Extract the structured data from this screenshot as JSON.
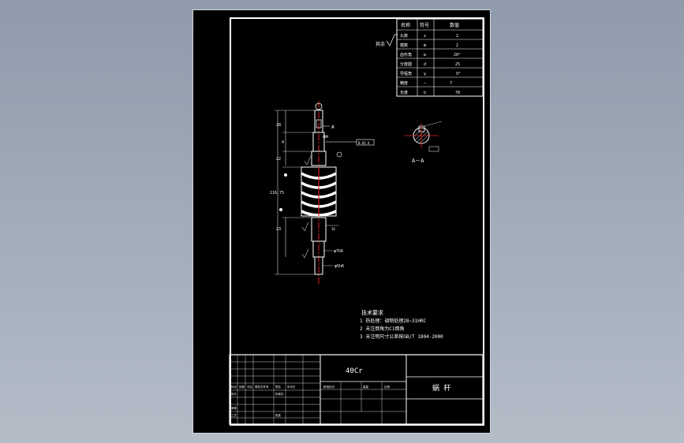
{
  "drawing": {
    "material": "40Cr",
    "part_name": "蜗 杆",
    "params_table": {
      "headers": [
        "名称",
        "符号",
        "数值"
      ],
      "rows": [
        {
          "name": "头数",
          "sym": "z",
          "val": "2"
        },
        {
          "name": "模数",
          "sym": "m",
          "val": "2"
        },
        {
          "name": "齿形角",
          "sym": "α",
          "val": "20°"
        },
        {
          "name": "分度圆",
          "sym": "d",
          "val": "25"
        },
        {
          "name": "导程角",
          "sym": "γ",
          "val": "9°"
        },
        {
          "name": "精度",
          "sym": "—",
          "val": "7"
        },
        {
          "name": "长度",
          "sym": "b",
          "val": "78"
        }
      ]
    },
    "roughness_note": "其余",
    "datum_label": "A",
    "tolerance_box": "0.01 A",
    "section_label": "A－A",
    "dims": {
      "d1": "28",
      "d2": "4",
      "d3": "22",
      "d4": "116.75",
      "d5": "23",
      "d6": "16",
      "d7": "φ7h6",
      "d8": "φ5h6",
      "key": "6N9"
    },
    "tech_req": {
      "title": "技术要求",
      "items": [
        "1 热处理：调制处理28~31HRC",
        "2 未注倒角为C1倒角",
        "3 未注明尺寸公差按GB/T 1804-2000"
      ]
    },
    "title_block_marks": [
      "标记",
      "处数",
      "分区",
      "更改文件号",
      "签名",
      "年月日",
      "设计",
      "标准化",
      "审核",
      "工艺",
      "批准",
      "阶段标记",
      "重量",
      "比例"
    ]
  }
}
